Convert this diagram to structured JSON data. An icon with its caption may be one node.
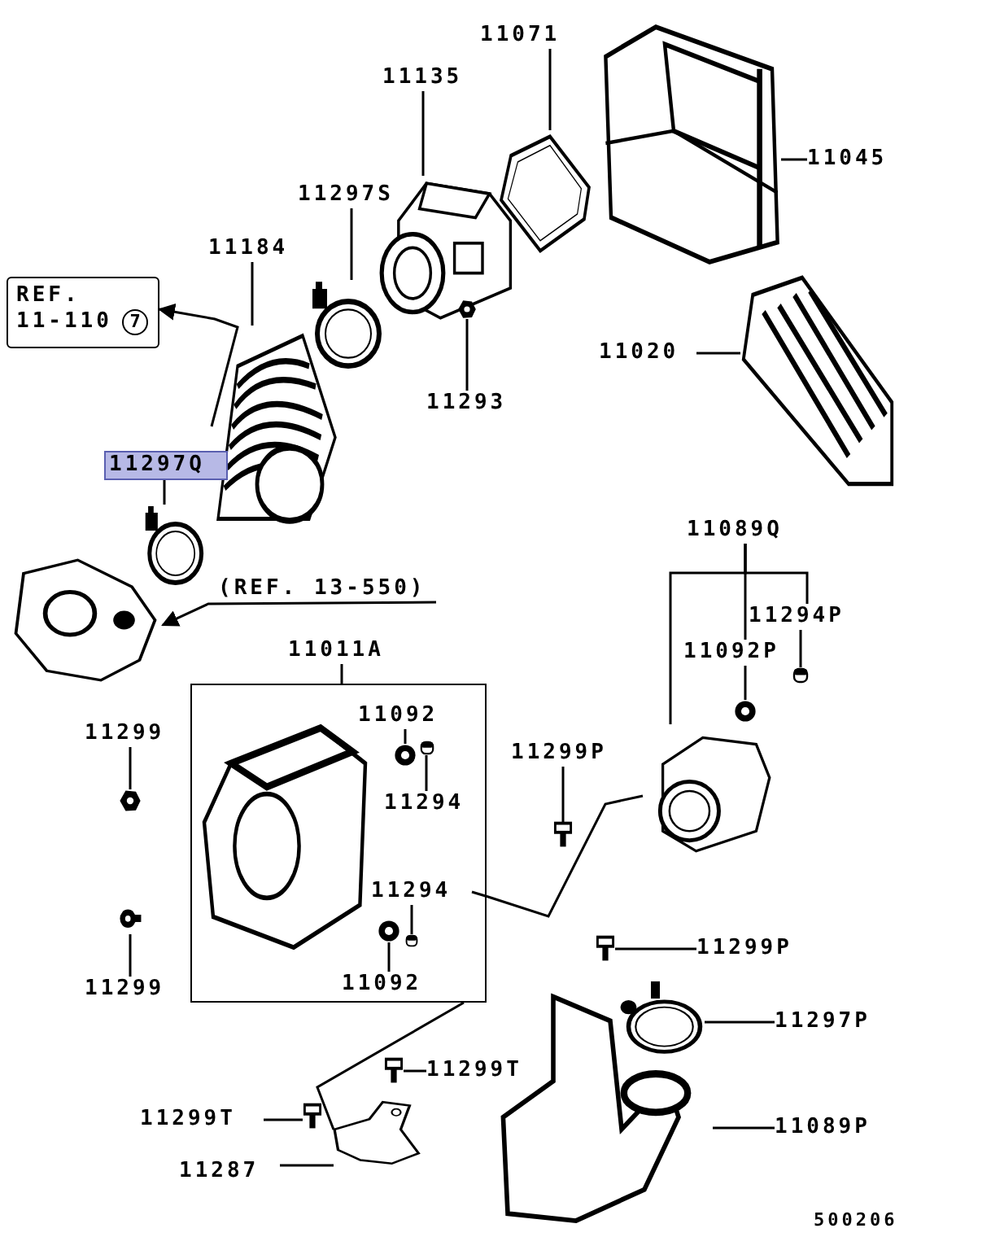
{
  "diagram": {
    "nodes": [
      {
        "text": [
          "11071"
        ]
      },
      {
        "text": [],
        "shape": "picture"
      },
      {
        "text": [
          "11135"
        ]
      },
      {
        "text": [],
        "shape": "picture"
      },
      {
        "text": [
          "11045"
        ]
      },
      {
        "text": [],
        "shape": "picture"
      },
      {
        "text": [
          "11297S"
        ]
      },
      {
        "text": [],
        "shape": "picture"
      },
      {
        "text": [
          "11184"
        ]
      },
      {
        "text": [],
        "shape": "picture"
      },
      {
        "text": [
          "REF. 11-110",
          "7"
        ]
      },
      {
        "text": [
          "11293"
        ]
      },
      {
        "text": [],
        "shape": "picture"
      },
      {
        "text": [
          "11020"
        ]
      },
      {
        "text": [],
        "shape": "picture"
      },
      {
        "text": [
          "11297Q"
        ]
      },
      {
        "text": [],
        "shape": "picture"
      },
      {
        "text": [
          "(REF. 13-550)"
        ]
      },
      {
        "text": [],
        "shape": "picture"
      },
      {
        "text": [
          "11089Q"
        ]
      },
      {
        "text": [
          "11294P"
        ]
      },
      {
        "text": [
          "11092P"
        ]
      },
      {
        "text": [],
        "shape": "picture"
      },
      {
        "text": [],
        "shape": "picture"
      },
      {
        "text": [],
        "shape": "picture"
      },
      {
        "text": [
          "11011A"
        ]
      },
      {
        "text": [],
        "shape": "picture",
        "in": 25
      },
      {
        "text": [
          "11092"
        ],
        "in": 25
      },
      {
        "text": [],
        "shape": "picture",
        "in": 25
      },
      {
        "text": [
          "11294"
        ],
        "in": 25
      },
      {
        "text": [],
        "shape": "picture",
        "in": 25
      },
      {
        "text": [
          "11294"
        ],
        "in": 25
      },
      {
        "text": [
          "11092"
        ],
        "in": 25
      },
      {
        "text": [],
        "shape": "picture",
        "in": 25
      },
      {
        "text": [],
        "shape": "picture",
        "in": 25
      },
      {
        "text": [
          "11299"
        ]
      },
      {
        "text": [],
        "shape": "picture"
      },
      {
        "text": [
          "11299"
        ]
      },
      {
        "text": [],
        "shape": "picture"
      },
      {
        "text": [
          "11299P"
        ]
      },
      {
        "text": [],
        "shape": "picture"
      },
      {
        "text": [
          "11299P"
        ]
      },
      {
        "text": [],
        "shape": "picture"
      },
      {
        "text": [
          "11297P"
        ]
      },
      {
        "text": [],
        "shape": "picture"
      },
      {
        "text": [
          "11089P"
        ]
      },
      {
        "text": [],
        "shape": "picture"
      },
      {
        "text": [
          "11299T"
        ]
      },
      {
        "text": [],
        "shape": "picture"
      },
      {
        "text": [
          "11299T"
        ]
      },
      {
        "text": [],
        "shape": "picture"
      },
      {
        "text": [
          "11287"
        ]
      },
      {
        "text": [],
        "shape": "picture"
      }
    ],
    "edges": [
      {
        "from": 0,
        "to": 1,
        "arrow": "none"
      },
      {
        "from": 2,
        "to": 3,
        "arrow": "none"
      },
      {
        "from": 4,
        "to": 5,
        "arrow": "none"
      },
      {
        "from": 6,
        "to": 7,
        "arrow": "none"
      },
      {
        "from": 8,
        "to": 9,
        "arrow": "none"
      },
      {
        "from": 9,
        "to": 10,
        "arrow": "to"
      },
      {
        "from": 11,
        "to": 12,
        "arrow": "none"
      },
      {
        "from": 13,
        "to": 14,
        "arrow": "none"
      },
      {
        "from": 15,
        "to": 16,
        "arrow": "none"
      },
      {
        "from": 17,
        "to": 18,
        "arrow": "to"
      },
      {
        "from": 19,
        "to": 24,
        "arrow": "none"
      },
      {
        "from": 19,
        "to": 20,
        "arrow": "none"
      },
      {
        "from": 19,
        "to": 21,
        "arrow": "none"
      },
      {
        "from": 20,
        "to": 23,
        "arrow": "none"
      },
      {
        "from": 21,
        "to": 22,
        "arrow": "none"
      },
      {
        "from": 27,
        "to": 28,
        "arrow": "none"
      },
      {
        "from": 29,
        "to": 30,
        "arrow": "none"
      },
      {
        "from": 31,
        "to": 34,
        "arrow": "none"
      },
      {
        "from": 31,
        "to": 24,
        "arrow": "none"
      },
      {
        "from": 32,
        "to": 33,
        "arrow": "none"
      },
      {
        "from": 35,
        "to": 36,
        "arrow": "none"
      },
      {
        "from": 37,
        "to": 38,
        "arrow": "none"
      },
      {
        "from": 39,
        "to": 40,
        "arrow": "none"
      },
      {
        "from": 41,
        "to": 42,
        "arrow": "none"
      },
      {
        "from": 43,
        "to": 44,
        "arrow": "none"
      },
      {
        "from": 45,
        "to": 46,
        "arrow": "none"
      },
      {
        "from": 47,
        "to": 48,
        "arrow": "none"
      },
      {
        "from": 49,
        "to": 50,
        "arrow": "none"
      },
      {
        "from": 51,
        "to": 52,
        "arrow": "none"
      },
      {
        "from": 25,
        "to": 52,
        "arrow": "none"
      }
    ],
    "labels": [
      "500206"
    ]
  }
}
